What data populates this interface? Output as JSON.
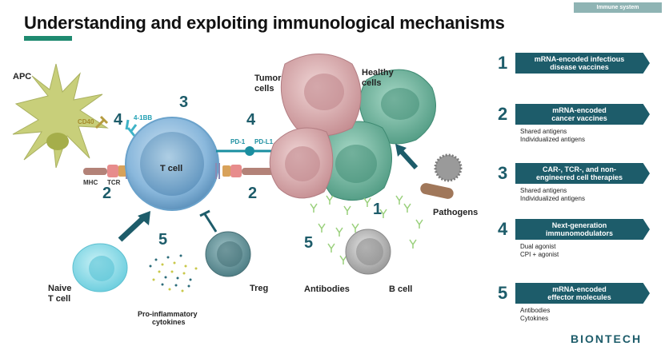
{
  "header": {
    "tag": "Immune system",
    "title": "Understanding and exploiting immunological mechanisms"
  },
  "diagram": {
    "apc": "APC",
    "cd40": "CD40",
    "bb41": "4-1BB",
    "mhc": "MHC",
    "tcr": "TCR",
    "tcell": "T cell",
    "pd1": "PD-1",
    "pdl1": "PD-L1",
    "tumor_l1": "Tumor",
    "tumor_l2": "cells",
    "healthy_l1": "Healthy",
    "healthy_l2": "cells",
    "pathogens": "Pathogens",
    "naive_l1": "Naive",
    "naive_l2": "T cell",
    "treg": "Treg",
    "cytokines_l1": "Pro-inflammatory",
    "cytokines_l2": "cytokines",
    "antibodies": "Antibodies",
    "bcell": "B cell",
    "numbers": {
      "n4_left": "4",
      "n3": "3",
      "n4_right": "4",
      "n2_left": "2",
      "n2_right": "2",
      "n5_left": "5",
      "n1": "1",
      "n5_right": "5"
    }
  },
  "panel": [
    {
      "num": "1",
      "line1": "mRNA-encoded infectious",
      "line2": "disease vaccines",
      "subs": []
    },
    {
      "num": "2",
      "line1": "mRNA-encoded",
      "line2": "cancer vaccines",
      "subs": [
        "Shared antigens",
        "Individualized antigens"
      ]
    },
    {
      "num": "3",
      "line1": "CAR-, TCR-, and non-",
      "line2": "engineered cell therapies",
      "subs": [
        "Shared antigens",
        "Individualized antigens"
      ]
    },
    {
      "num": "4",
      "line1": "Next-generation",
      "line2": "immunomodulators",
      "subs": [
        "Dual agonist",
        "CPI + agonist"
      ]
    },
    {
      "num": "5",
      "line1": "mRNA-encoded",
      "line2": "effector molecules",
      "subs": [
        "Antibodies",
        "Cytokines"
      ]
    }
  ],
  "logo": "BIONTECH",
  "colors": {
    "teal_dark": "#1d5c6a",
    "green_bar": "#1f8a70",
    "apc": "#c8cf7a",
    "tcell": "#8ab8dc",
    "tumor": "#d4a3a6",
    "healthy": "#5fa891"
  }
}
